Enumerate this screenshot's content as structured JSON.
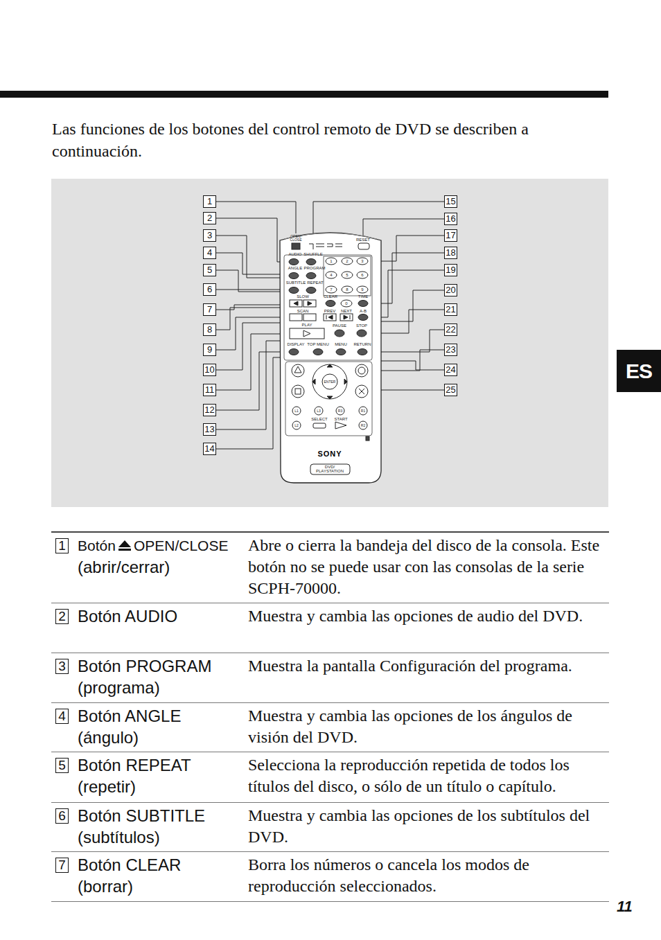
{
  "diagram": {
    "nodes": [
      {
        "text": [
          "ES"
        ]
      }
    ],
    "labels": [
      "Las funciones de los botones del control remoto de DVD se describen a continuación.",
      "1",
      "2",
      "3",
      "4",
      "5",
      "6",
      "7",
      "8",
      "9",
      "10",
      "11",
      "12",
      "13",
      "14",
      "15",
      "16",
      "17",
      "18",
      "19",
      "20",
      "21",
      "22",
      "23",
      "24",
      "25",
      "OPEN/ CLOSE",
      "RESET",
      "AUDIO",
      "SHUFFLE",
      "ANGLE",
      "PROGRAM",
      "SUBTITLE",
      "REPEAT",
      "1",
      "2",
      "3",
      "4",
      "5",
      "6",
      "7",
      "8",
      "9",
      "SLOW",
      "CLEAR",
      "0",
      "TIME",
      "SCAN",
      "PREV",
      "NEXT",
      "A-B",
      "PLAY",
      "PAUSE",
      "STOP",
      "DISPLAY",
      "TOP MENU",
      "MENU",
      "RETURN",
      "ENTER",
      "L3",
      "R3",
      "L1",
      "R1",
      "SELECT",
      "START",
      "L2",
      "R2",
      "SONY",
      "DVD/ PLAYSTATION",
      "1",
      "Botón",
      "OPEN/CLOSE",
      "(abrir/cerrar)",
      "Abre o cierra la bandeja del disco de la consola. Este botón no se puede usar con las consolas de la serie SCPH-70000.",
      "2",
      "Botón AUDIO",
      "Muestra y cambia las opciones de audio del DVD.",
      "3",
      "Botón PROGRAM (programa)",
      "Muestra la pantalla Configuración del programa.",
      "4",
      "Botón ANGLE (ángulo)",
      "Muestra y cambia las opciones de los ángulos de visión del DVD.",
      "5",
      "Botón REPEAT (repetir)",
      "Selecciona la reproducción repetida de todos los títulos del disco, o sólo de un título o capítulo.",
      "6",
      "Botón SUBTITLE (subtítulos)",
      "Muestra y cambia las opciones de los subtítulos del DVD.",
      "7",
      "Botón CLEAR (borrar)",
      "Borra los números o cancela los modos de reproducción seleccionados.",
      "11"
    ]
  }
}
